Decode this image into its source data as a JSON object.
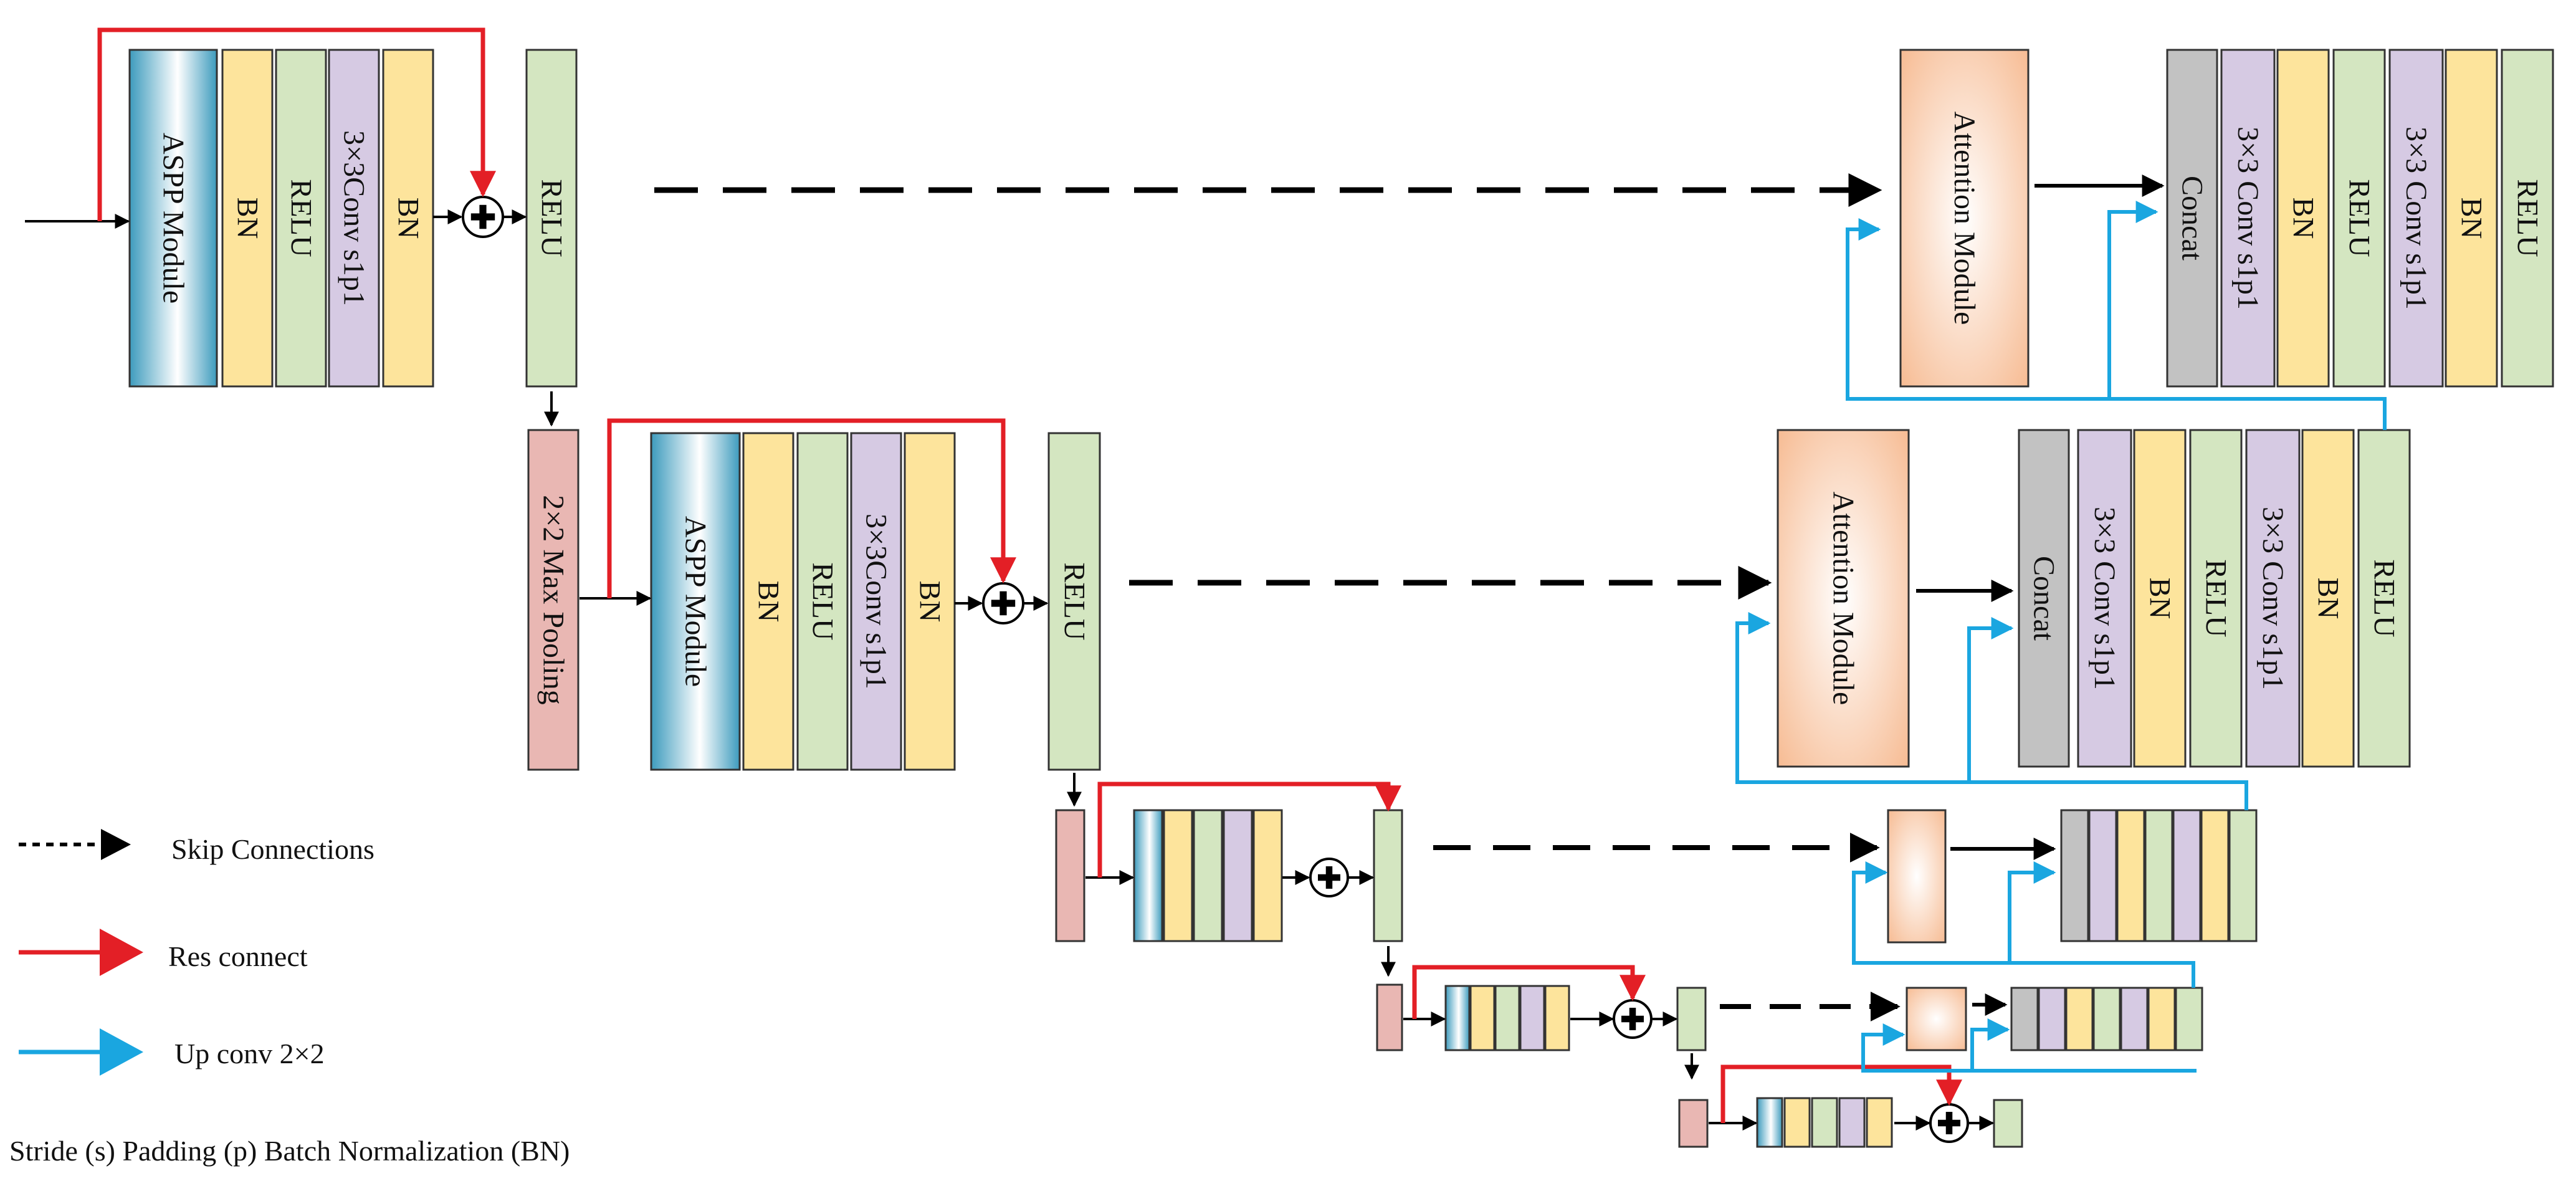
{
  "labels": {
    "aspp": "ASPP Module",
    "bn": "BN",
    "relu": "RELU",
    "conv_a": "3×3Conv s1p1",
    "conv_b": "3×3 Conv s1p1",
    "maxpool": "2×2 Max Pooling",
    "attention": "Attention Module",
    "concat": "Concat"
  },
  "legend": {
    "skip": "Skip Connections",
    "res": "Res connect",
    "upconv": "Up conv  2×2"
  },
  "footer": "Stride (s)    Padding (p)   Batch Normalization (BN)",
  "colors": {
    "bn": "#fde49c",
    "relu": "#d4e6c1",
    "conv": "#d6cae3",
    "pool": "#e9b7b3",
    "concat": "#c2c2c2",
    "attention_edge": "#f8c7a3",
    "aspp_edge": "#4aa6c4",
    "res": "#e31f26",
    "up": "#1aa6e0",
    "skip": "#000000"
  }
}
